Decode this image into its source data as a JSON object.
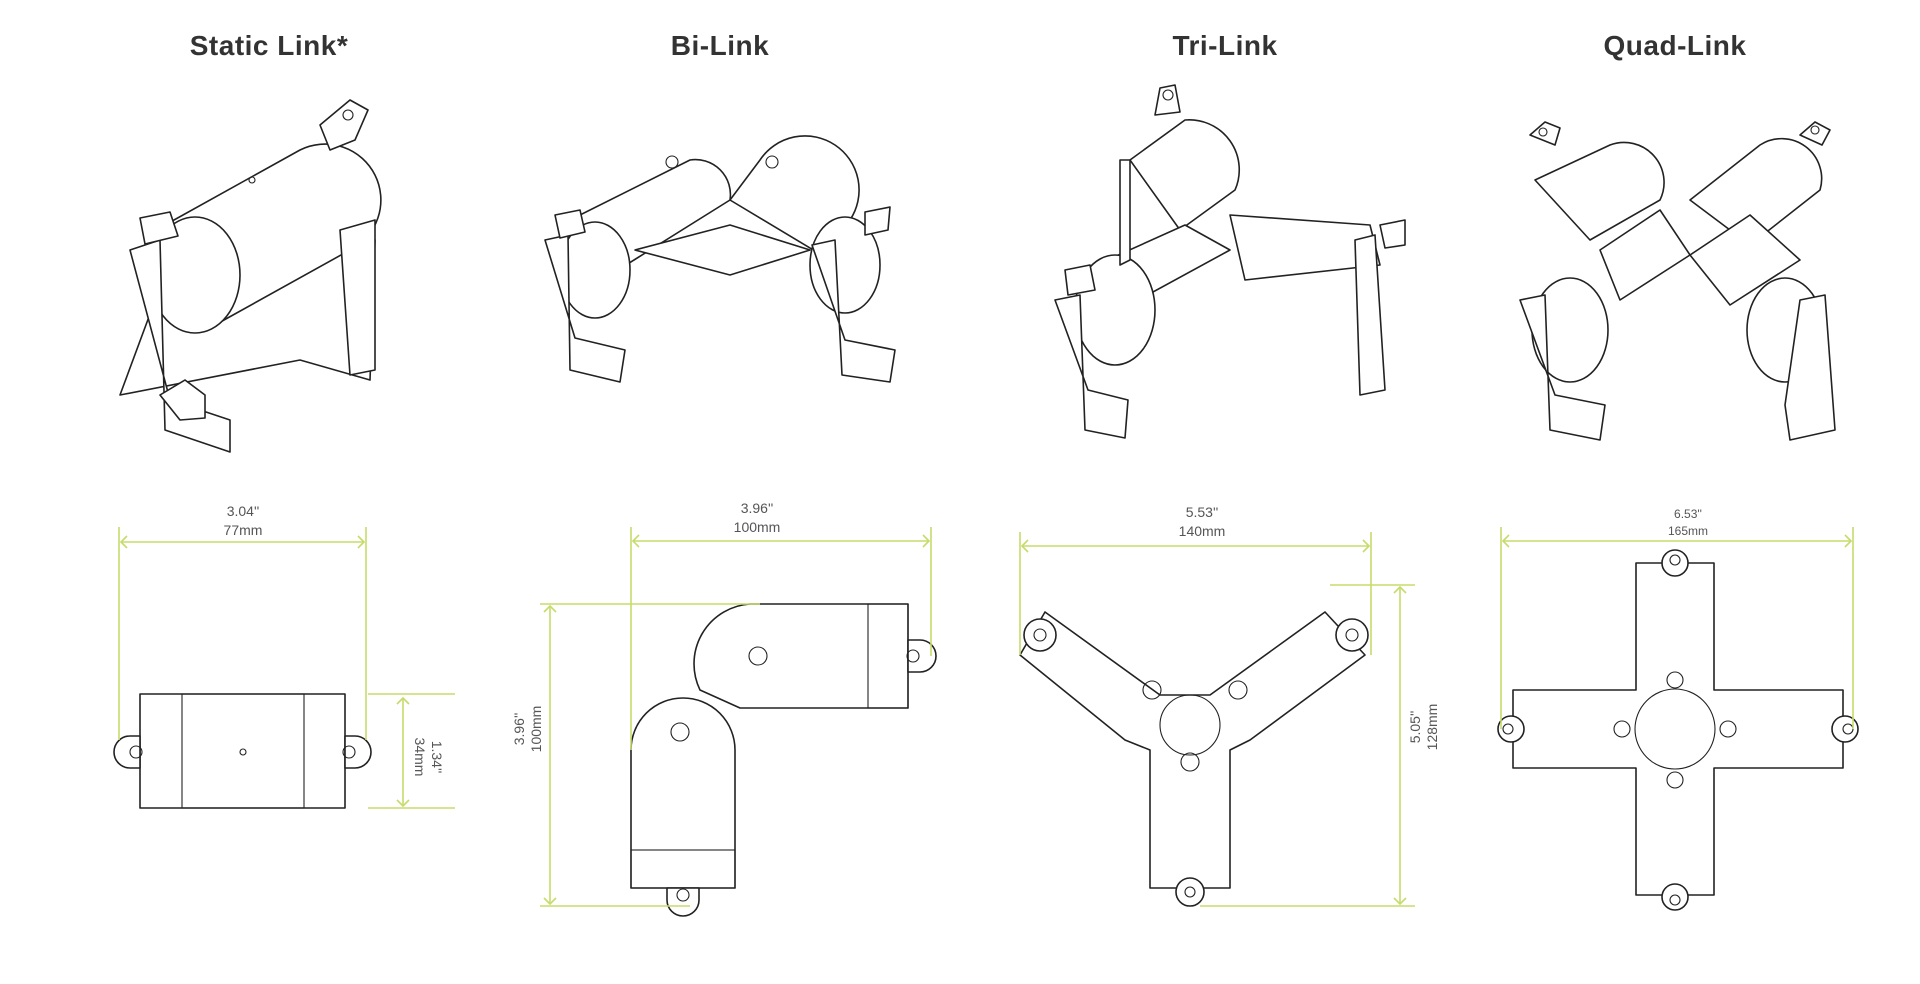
{
  "colors": {
    "dimension_line": "#c5dc6a",
    "title": "#333333",
    "outline": "#222222"
  },
  "products": [
    {
      "title": "Static Link*",
      "width_in": "3.04''",
      "width_mm": "77mm",
      "height_in": "1.34''",
      "height_mm": "34mm"
    },
    {
      "title": "Bi-Link",
      "width_in": "3.96''",
      "width_mm": "100mm",
      "height_in": "3.96''",
      "height_mm": "100mm"
    },
    {
      "title": "Tri-Link",
      "width_in": "5.53''",
      "width_mm": "140mm",
      "height_in": "5.05''",
      "height_mm": "128mm"
    },
    {
      "title": "Quad-Link",
      "width_in": "6.53''",
      "width_mm": "165mm"
    }
  ]
}
